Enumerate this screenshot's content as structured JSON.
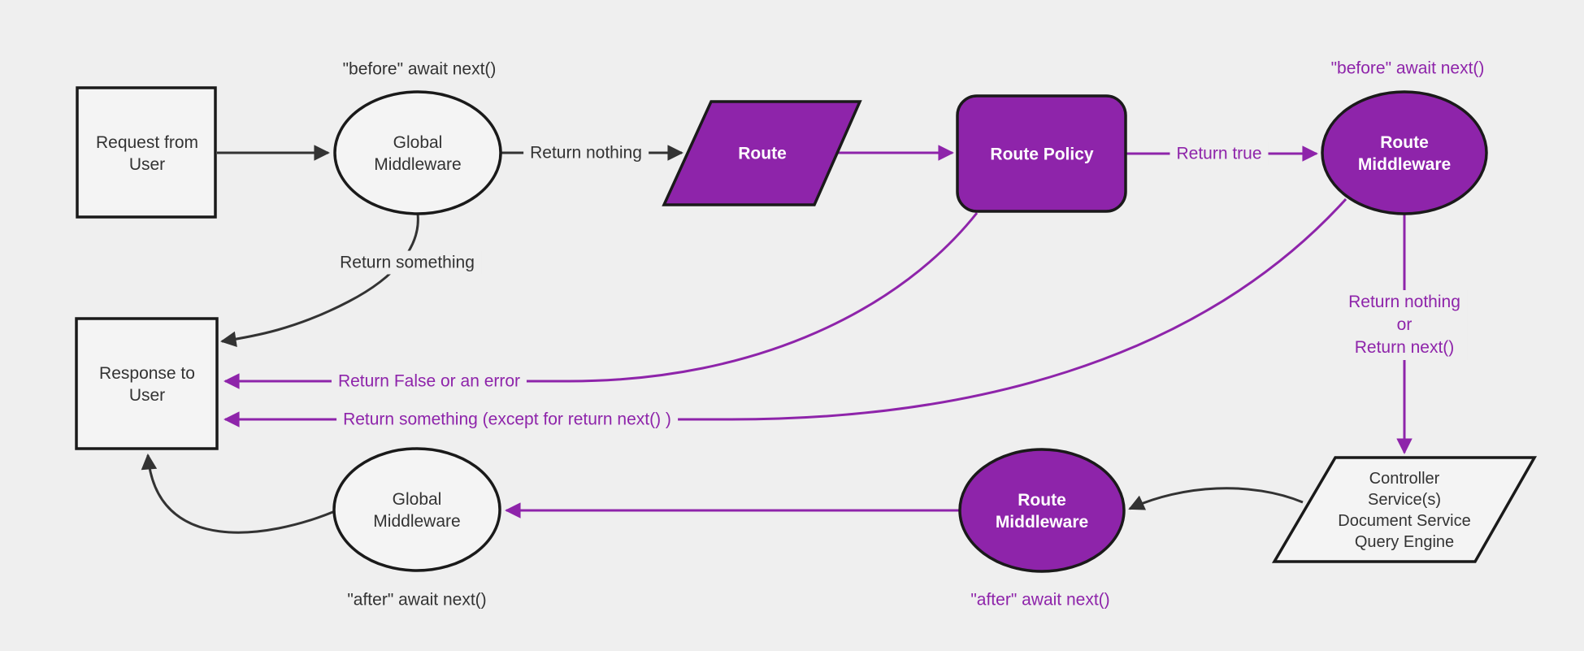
{
  "palette": {
    "background": "#efefef",
    "node_light_fill": "#f4f4f4",
    "node_purple_fill": "#8e24aa",
    "node_border": "#1a1a1a",
    "edge_black": "#333333",
    "edge_purple": "#8e24aa",
    "text_dark": "#333333",
    "text_light": "#ffffff",
    "text_purple": "#8e24aa"
  },
  "nodes": {
    "request": {
      "lines": [
        "Request from",
        "User"
      ]
    },
    "global_middleware_top": {
      "lines": [
        "Global",
        "Middleware"
      ]
    },
    "route": {
      "lines": [
        "Route"
      ]
    },
    "route_policy": {
      "lines": [
        "Route Policy"
      ]
    },
    "route_middleware_top": {
      "lines": [
        "Route",
        "Middleware"
      ]
    },
    "services": {
      "lines": [
        "Controller",
        "Service(s)",
        "Document Service",
        "Query Engine"
      ]
    },
    "route_middleware_bottom": {
      "lines": [
        "Route",
        "Middleware"
      ]
    },
    "global_middleware_bottom": {
      "lines": [
        "Global",
        "Middleware"
      ]
    },
    "response": {
      "lines": [
        "Response to",
        "User"
      ]
    }
  },
  "edge_labels": {
    "return_nothing": "Return nothing",
    "return_true": "Return true",
    "return_nothing_or": {
      "lines": [
        "Return nothing",
        "or",
        "Return next()"
      ]
    },
    "return_false_or_error": "Return False or an error",
    "return_something_except": "Return something (except for return next() )",
    "return_something": "Return something"
  },
  "annotations": {
    "before_await_next_global": "\"before\" await next()",
    "before_await_next_route": "\"before\" await next()",
    "after_await_next_route": "\"after\" await next()",
    "after_await_next_global": "\"after\" await next()"
  }
}
